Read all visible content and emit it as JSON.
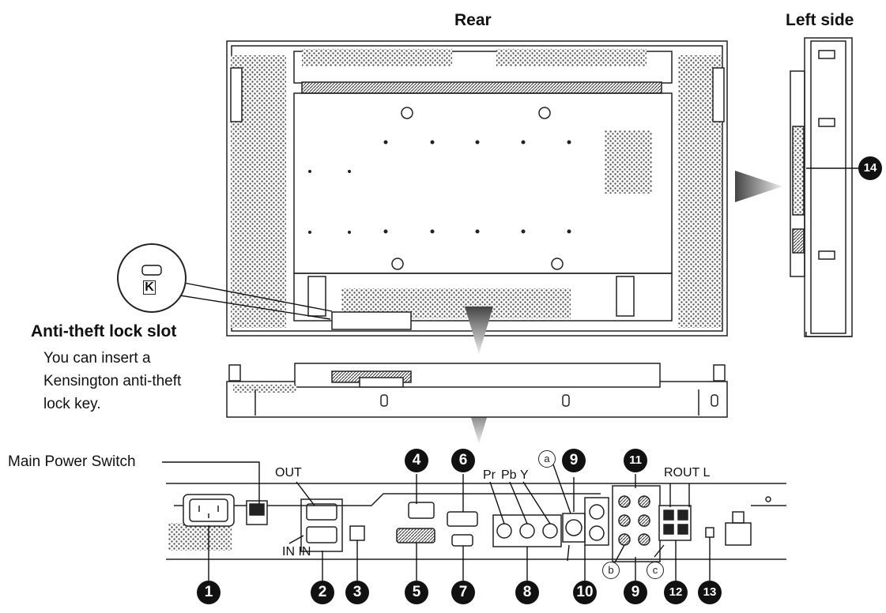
{
  "headings": {
    "rear": "Rear",
    "left_side": "Left side"
  },
  "lock": {
    "title": "Anti-theft lock slot",
    "lines": [
      "You can insert a",
      "Kensington anti-theft",
      "lock key."
    ],
    "icon_letter": "K"
  },
  "labels": {
    "main_power_switch": "Main Power Switch",
    "out": "OUT",
    "in": "IN IN",
    "pr": "Pr",
    "pb": "Pb",
    "y": "Y",
    "rout": "ROUT L"
  },
  "callouts": {
    "c1": "1",
    "c2": "2",
    "c3": "3",
    "c4": "4",
    "c5": "5",
    "c6": "6",
    "c7": "7",
    "c8": "8",
    "c9a": "9",
    "c9b": "9",
    "c10": "10",
    "c11": "11",
    "c12": "12",
    "c13": "13",
    "c14": "14"
  },
  "letters": {
    "a": "a",
    "b": "b",
    "c": "c"
  }
}
